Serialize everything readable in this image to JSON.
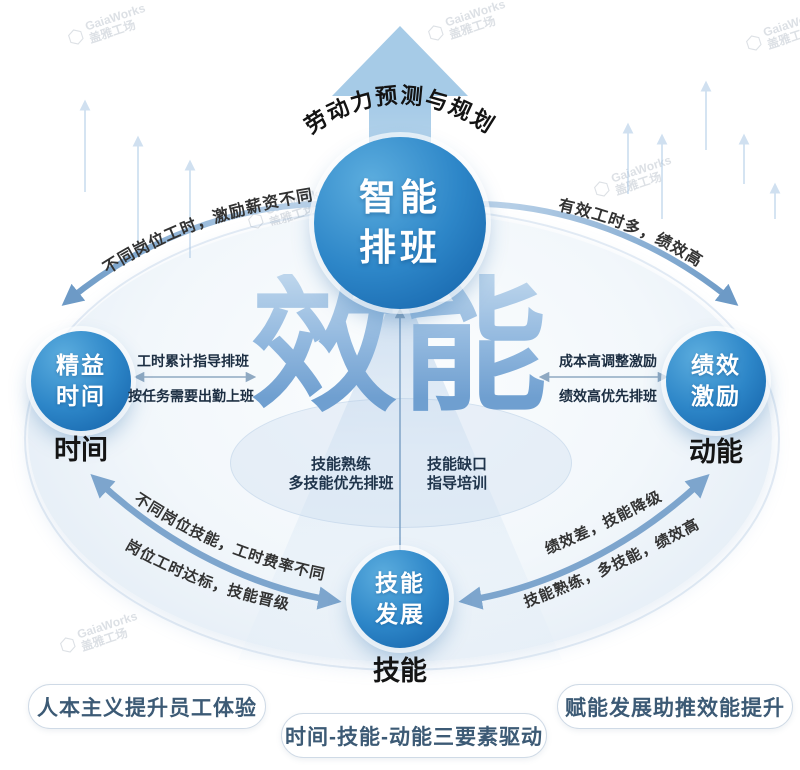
{
  "header": {
    "arc_title": "劳动力预测与规划"
  },
  "background": {
    "word": "效能"
  },
  "watermark": {
    "logo_icon": "⬡",
    "line1": "GaiaWorks",
    "line2": "盖雅工场"
  },
  "nodes": {
    "center": {
      "line1": "智能",
      "line2": "排班"
    },
    "left": {
      "line1": "精益",
      "line2": "时间",
      "label": "时间"
    },
    "right": {
      "line1": "绩效",
      "line2": "激励",
      "label": "动能"
    },
    "bottom": {
      "line1": "技能",
      "line2": "发展",
      "label": "技能"
    }
  },
  "flows": {
    "top_left": "不同岗位工时，激励薪资不同",
    "top_right": "有效工时多，绩效高",
    "left_upper": "工时累计指导排班",
    "left_lower": "按任务需要出勤上班",
    "right_upper": "成本高调整激励",
    "right_lower": "绩效高优先排班",
    "center_left": {
      "line1": "技能熟练",
      "line2": "多技能优先排班"
    },
    "center_right": {
      "line1": "技能缺口",
      "line2": "指导培训"
    },
    "bottom_left_upper": "不同岗位技能，工时费率不同",
    "bottom_left_lower": "岗位工时达标，技能晋级",
    "bottom_right_upper": "绩效差，技能降级",
    "bottom_right_lower": "技能熟练，多技能，绩效高"
  },
  "pills": {
    "left": "人本主义提升员工体验",
    "center": "时间-技能-动能三要素驱动",
    "right": "赋能发展助推效能提升"
  },
  "colors": {
    "node_blue_light": "#4aa3da",
    "node_blue_dark": "#1565ae",
    "steel_arrow": "#7da5cd",
    "light_arrow": "#a9cbe7",
    "flow_text": "#333333",
    "pill_text": "#3c5a75"
  }
}
